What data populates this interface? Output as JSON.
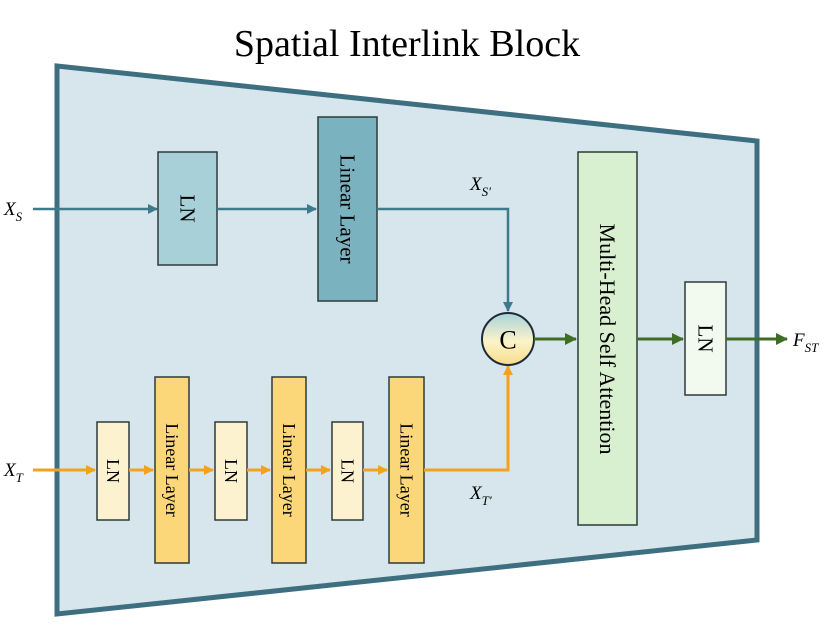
{
  "title": "Spatial Interlink Block",
  "inputs": {
    "spatial": {
      "base": "X",
      "sub": "S"
    },
    "temporal": {
      "base": "X",
      "sub": "T"
    }
  },
  "intermediates": {
    "spatial": {
      "base": "X",
      "sub": "S′"
    },
    "temporal": {
      "base": "X",
      "sub": "T′"
    }
  },
  "output": {
    "base": "F",
    "sub": "ST"
  },
  "blocks": {
    "spatial_ln": "LN",
    "spatial_linear": "Linear Layer",
    "temporal_ln_1": "LN",
    "temporal_linear_1": "Linear Layer",
    "temporal_ln_2": "LN",
    "temporal_linear_2": "Linear Layer",
    "temporal_ln_3": "LN",
    "temporal_linear_3": "Linear Layer",
    "concat": "C",
    "mhsa": "Multi-Head Self Attention",
    "final_ln": "LN"
  },
  "colors": {
    "container_fill": "#d6e6ec",
    "container_stroke": "#3e6f80",
    "spatial_path": "#3e7a8c",
    "temporal_path": "#f4a21c",
    "output_path": "#3e6e24"
  }
}
